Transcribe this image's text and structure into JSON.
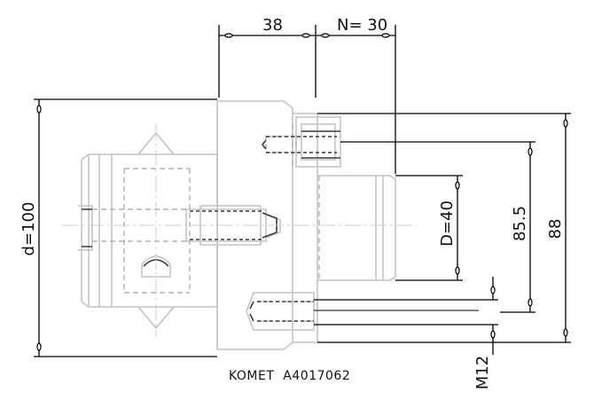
{
  "drawing": {
    "dimensions": {
      "width_38": "38",
      "n_30": "N= 30",
      "d_100": "d=100",
      "D_40": "D=40",
      "dim_85_5": "85.5",
      "dim_88": "88",
      "m12": "M12"
    },
    "caption": "KOMET  A4017062",
    "colors": {
      "part_outline": "#c4c4c4",
      "dimension_line": "#000000",
      "centerline": "#cfcfcf"
    }
  }
}
